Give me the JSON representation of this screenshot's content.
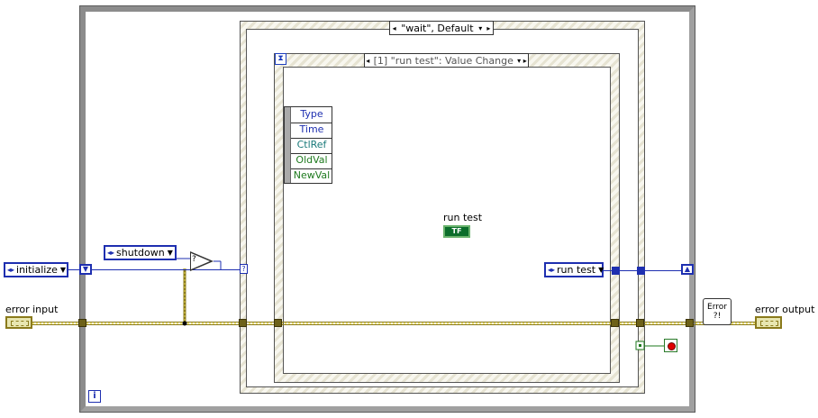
{
  "case_structure": {
    "selector": "\"wait\", Default",
    "selector_left_arrow": "◂",
    "selector_right_arrow": "▸"
  },
  "event_structure": {
    "selector": "[1] \"run test\": Value Change",
    "selector_left_arrow": "◂",
    "selector_right_arrow": "▸",
    "timeout_icon": "hourglass-icon"
  },
  "event_data_node": {
    "fields": [
      "Type",
      "Time",
      "CtlRef",
      "OldVal",
      "NewVal"
    ],
    "field_colors": [
      "#1e2fb0",
      "#1e2fb0",
      "#1a7a7a",
      "#1e7a1e",
      "#1e7a1e"
    ]
  },
  "constants": {
    "initialize": "initialize",
    "shutdown": "shutdown",
    "run_test_enum": "run test"
  },
  "controls": {
    "run_test_label": "run test",
    "run_test_value": "TF",
    "error_input_label": "error input",
    "error_output_label": "error output"
  },
  "nodes": {
    "error_handler_text": "Error\n?!",
    "case_selector_terminal": "?",
    "iteration_terminal": "i",
    "compare_text": "?"
  },
  "colors": {
    "enum_wire": "#1e2fb0",
    "error_wire": "#8a7a1c",
    "boolean_wire": "#1e7a1e",
    "loop_border": "#8c8c8c"
  }
}
